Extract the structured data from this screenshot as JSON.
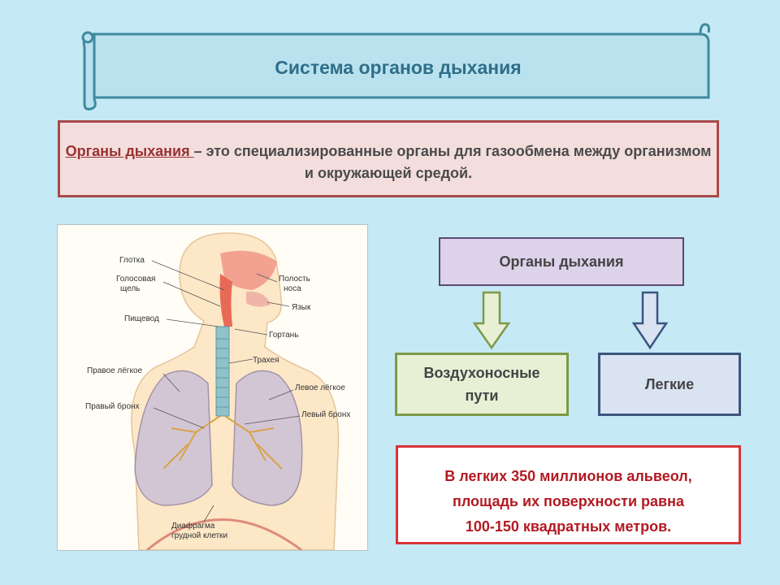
{
  "header": {
    "title": "Система органов дыхания"
  },
  "definition": {
    "term": "Органы дыхания ",
    "text": "– это специализированные органы для газообмена между организмом и окружающей средой."
  },
  "anatomy": {
    "labels": {
      "pharynx": "Глотка",
      "glottis_1": "Голосовая",
      "glottis_2": "щель",
      "esophagus": "Пищевод",
      "right_lung": "Правое лёгкое",
      "right_bronchus": "Правый бронх",
      "nasal_1": "Полость",
      "nasal_2": "носа",
      "tongue": "Язык",
      "larynx": "Гортань",
      "trachea": "Трахея",
      "left_lung": "Левое лёгкое",
      "left_bronchus": "Левый бронх",
      "diaphragm_1": "Диафрагма",
      "diaphragm_2": "грудной клетки"
    }
  },
  "flow": {
    "main_label": "Органы дыхания",
    "airways_label": "Воздухоносные\nпути",
    "lungs_label": "Легкие"
  },
  "fact": {
    "line1": "В легких 350 миллионов альвеол,",
    "line2": "площадь их поверхности равна",
    "line3": "100-150 квадратных метров."
  },
  "colors": {
    "background": "#c5e9f5",
    "title": "#2f6e8a",
    "definition_border": "#a94a4a",
    "fact_text": "#b21a22"
  }
}
